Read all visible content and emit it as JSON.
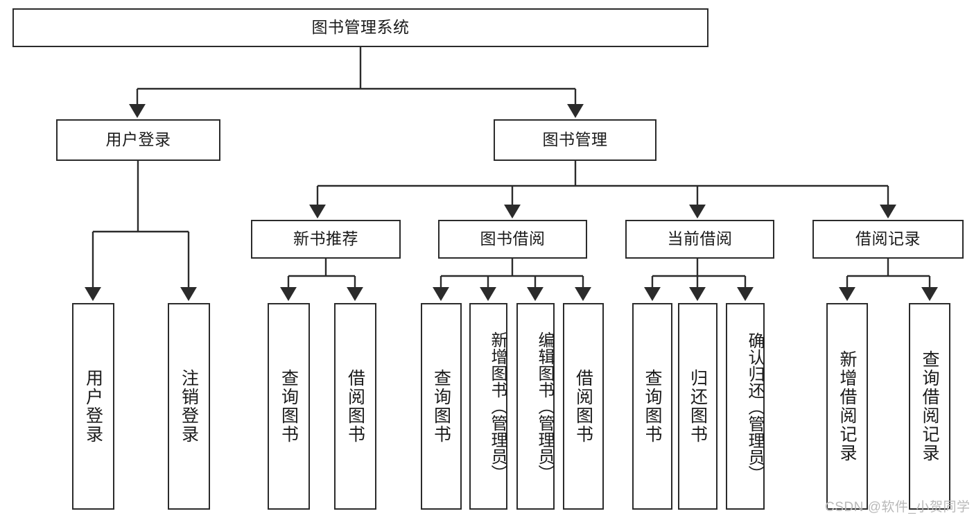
{
  "diagram": {
    "title": "图书管理系统",
    "type": "tree-hierarchy",
    "root": {
      "label": "图书管理系统"
    },
    "level2": [
      {
        "label": "用户登录"
      },
      {
        "label": "图书管理"
      }
    ],
    "level3": [
      {
        "label": "新书推荐"
      },
      {
        "label": "图书借阅"
      },
      {
        "label": "当前借阅"
      },
      {
        "label": "借阅记录"
      }
    ],
    "leaves": {
      "user_login": [
        {
          "label": "用户登录"
        },
        {
          "label": "注销登录"
        }
      ],
      "new_book_recommend": [
        {
          "label": "查询图书"
        },
        {
          "label": "借阅图书"
        }
      ],
      "book_borrow": [
        {
          "label": "查询图书"
        },
        {
          "label": "新增图书（管理员）"
        },
        {
          "label": "编辑图书（管理员）"
        },
        {
          "label": "借阅图书"
        }
      ],
      "current_borrow": [
        {
          "label": "查询图书"
        },
        {
          "label": "归还图书"
        },
        {
          "label": "确认归还（管理员）"
        }
      ],
      "borrow_record": [
        {
          "label": "新增借阅记录"
        },
        {
          "label": "查询借阅记录"
        }
      ]
    }
  },
  "watermark": {
    "text": "CSDN @软件_小贺同学"
  },
  "colors": {
    "stroke": "#2b2b2b",
    "background": "#ffffff",
    "text": "#1a1a1a",
    "watermark": "#b9b9b9"
  }
}
